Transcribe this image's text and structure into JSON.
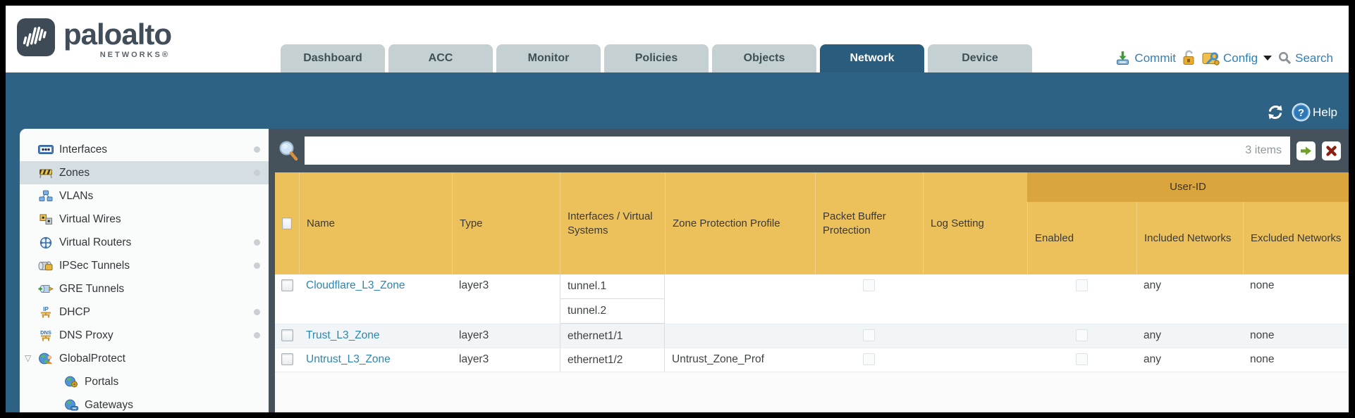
{
  "header": {
    "logo": {
      "brand": "paloalto",
      "sub": "NETWORKS®"
    },
    "tabs": [
      {
        "label": "Dashboard",
        "active": false
      },
      {
        "label": "ACC",
        "active": false
      },
      {
        "label": "Monitor",
        "active": false
      },
      {
        "label": "Policies",
        "active": false
      },
      {
        "label": "Objects",
        "active": false
      },
      {
        "label": "Network",
        "active": true
      },
      {
        "label": "Device",
        "active": false
      }
    ],
    "actions": {
      "commit": "Commit",
      "config": "Config",
      "search": "Search"
    }
  },
  "toolbar": {
    "help": "Help"
  },
  "sidebar": {
    "items": [
      {
        "label": "Interfaces",
        "icon": "interfaces-icon",
        "dot": true,
        "selected": false,
        "child": false,
        "expander": false
      },
      {
        "label": "Zones",
        "icon": "zones-icon",
        "dot": true,
        "selected": true,
        "child": false,
        "expander": false
      },
      {
        "label": "VLANs",
        "icon": "vlans-icon",
        "dot": false,
        "selected": false,
        "child": false,
        "expander": false
      },
      {
        "label": "Virtual Wires",
        "icon": "virtual-wires-icon",
        "dot": false,
        "selected": false,
        "child": false,
        "expander": false
      },
      {
        "label": "Virtual Routers",
        "icon": "virtual-routers-icon",
        "dot": true,
        "selected": false,
        "child": false,
        "expander": false
      },
      {
        "label": "IPSec Tunnels",
        "icon": "ipsec-tunnels-icon",
        "dot": true,
        "selected": false,
        "child": false,
        "expander": false
      },
      {
        "label": "GRE Tunnels",
        "icon": "gre-tunnels-icon",
        "dot": false,
        "selected": false,
        "child": false,
        "expander": false
      },
      {
        "label": "DHCP",
        "icon": "dhcp-icon",
        "dot": true,
        "selected": false,
        "child": false,
        "expander": false
      },
      {
        "label": "DNS Proxy",
        "icon": "dns-proxy-icon",
        "dot": true,
        "selected": false,
        "child": false,
        "expander": false
      },
      {
        "label": "GlobalProtect",
        "icon": "globalprotect-icon",
        "dot": false,
        "selected": false,
        "child": false,
        "expander": true
      },
      {
        "label": "Portals",
        "icon": "portals-icon",
        "dot": false,
        "selected": false,
        "child": true,
        "expander": false
      },
      {
        "label": "Gateways",
        "icon": "gateways-icon",
        "dot": false,
        "selected": false,
        "child": true,
        "expander": false
      }
    ]
  },
  "search": {
    "value": "",
    "count_label": "3 items"
  },
  "table": {
    "headers": {
      "name": "Name",
      "type": "Type",
      "interfaces": "Interfaces / Virtual Systems",
      "zone_protection_profile": "Zone Protection Profile",
      "packet_buffer_protection": "Packet Buffer Protection",
      "log_setting": "Log Setting",
      "group": "User-ID",
      "enabled": "Enabled",
      "included_networks": "Included Networks",
      "excluded_networks": "Excluded Networks"
    },
    "rows": [
      {
        "name": "Cloudflare_L3_Zone",
        "type": "layer3",
        "interfaces": [
          "tunnel.1",
          "tunnel.2"
        ],
        "zone_protection_profile": "",
        "packet_buffer_protection": false,
        "log_setting": "",
        "enabled": false,
        "included_networks": "any",
        "excluded_networks": "none"
      },
      {
        "name": "Trust_L3_Zone",
        "type": "layer3",
        "interfaces": [
          "ethernet1/1"
        ],
        "zone_protection_profile": "",
        "packet_buffer_protection": false,
        "log_setting": "",
        "enabled": false,
        "included_networks": "any",
        "excluded_networks": "none"
      },
      {
        "name": "Untrust_L3_Zone",
        "type": "layer3",
        "interfaces": [
          "ethernet1/2"
        ],
        "zone_protection_profile": "Untrust_Zone_Prof",
        "packet_buffer_protection": false,
        "log_setting": "",
        "enabled": false,
        "included_networks": "any",
        "excluded_networks": "none"
      }
    ]
  },
  "colors": {
    "nav_teal": "#2e6285",
    "active_tab": "#2a5c7e",
    "toolbar_slate": "#46525b",
    "header_gold": "#ecc05b",
    "userid_gold": "#d9a53c",
    "link_blue": "#2e86ad",
    "action_blue": "#2d80b8",
    "selected_row": "#d4dee3",
    "alt_row": "#f2f5f7"
  }
}
